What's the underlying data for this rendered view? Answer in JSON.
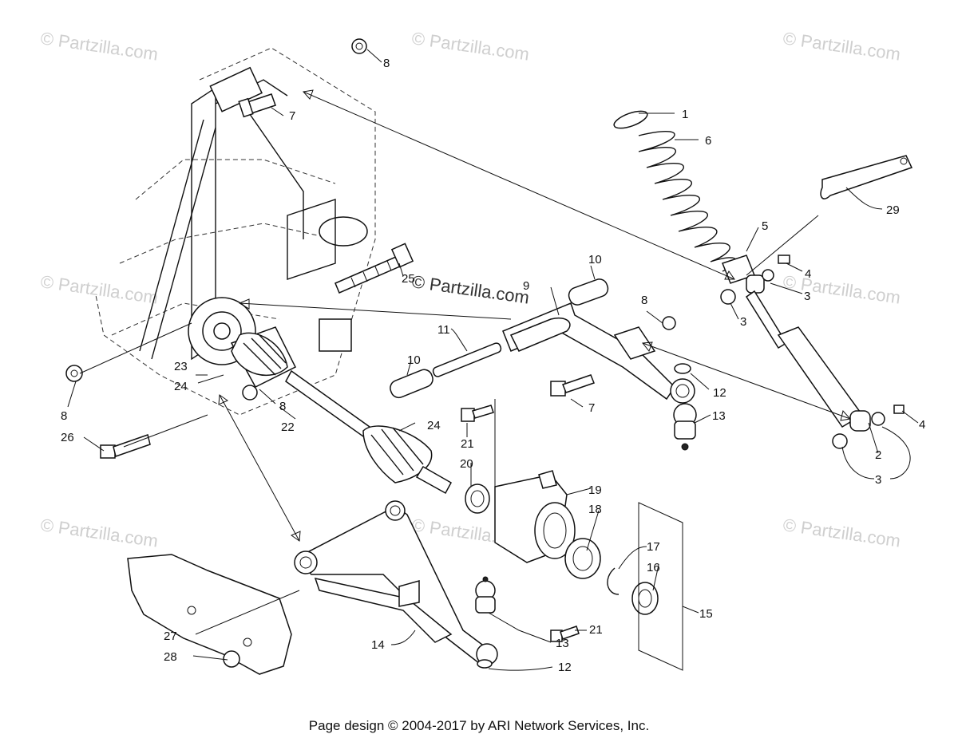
{
  "watermark": "© Partzilla.com",
  "footer": "Page design © 2004-2017 by ARI Network Services, Inc.",
  "callouts": {
    "c1": "1",
    "c2": "2",
    "c3a": "3",
    "c3b": "3",
    "c3c": "3",
    "c4a": "4",
    "c4b": "4",
    "c5": "5",
    "c6": "6",
    "c7a": "7",
    "c7b": "7",
    "c8a": "8",
    "c8b": "8",
    "c8c": "8",
    "c8d": "8",
    "c9": "9",
    "c10a": "10",
    "c10b": "10",
    "c11": "11",
    "c12a": "12",
    "c12b": "12",
    "c13a": "13",
    "c13b": "13",
    "c14": "14",
    "c15": "15",
    "c16": "16",
    "c17": "17",
    "c18": "18",
    "c19": "19",
    "c20": "20",
    "c21a": "21",
    "c21b": "21",
    "c22": "22",
    "c23": "23",
    "c24a": "24",
    "c24b": "24",
    "c25": "25",
    "c26": "26",
    "c27": "27",
    "c28": "28",
    "c29": "29"
  }
}
